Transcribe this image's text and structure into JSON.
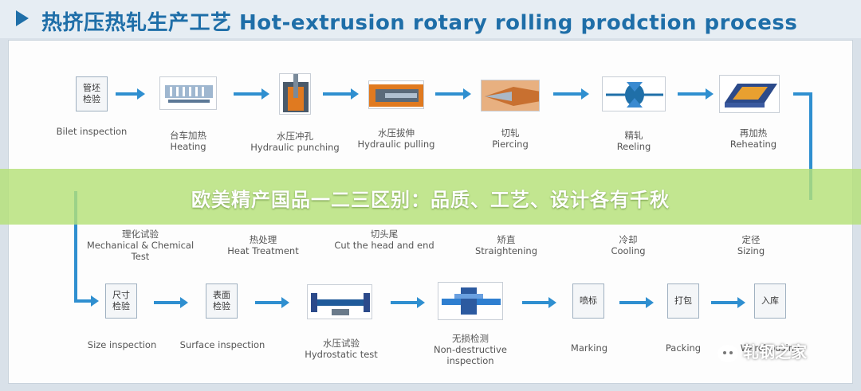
{
  "header": {
    "title": "热挤压热轧生产工艺 Hot-extrusion rotary rolling prodction process"
  },
  "row1": [
    {
      "boxed": "管坯检验",
      "cn": "",
      "en": "Bilet inspection"
    },
    {
      "boxed": "",
      "cn": "台车加热",
      "en": "Heating"
    },
    {
      "boxed": "",
      "cn": "水压冲孔",
      "en": "Hydraulic punching"
    },
    {
      "boxed": "",
      "cn": "水压拔伸",
      "en": "Hydraulic pulling"
    },
    {
      "boxed": "",
      "cn": "切轧",
      "en": "Piercing"
    },
    {
      "boxed": "",
      "cn": "精轧",
      "en": "Reeling"
    },
    {
      "boxed": "",
      "cn": "再加热",
      "en": "Reheating"
    }
  ],
  "row2": [
    {
      "cn": "理化试验",
      "en": "Mechanical & Chemical Test"
    },
    {
      "cn": "热处理",
      "en": "Heat Treatment"
    },
    {
      "cn": "切头尾",
      "en": "Cut the head and end"
    },
    {
      "cn": "矫直",
      "en": "Straightening"
    },
    {
      "cn": "冷却",
      "en": "Cooling"
    },
    {
      "cn": "定径",
      "en": "Sizing"
    }
  ],
  "row3": [
    {
      "boxed": "尺寸检验",
      "cn": "",
      "en": "Size inspection"
    },
    {
      "boxed": "表面检验",
      "cn": "",
      "en": "Surface inspection"
    },
    {
      "boxed": "",
      "cn": "水压试验",
      "en": "Hydrostatic test"
    },
    {
      "boxed": "",
      "cn": "无损检测",
      "en": "Non-destructive inspection"
    },
    {
      "boxed": "喷标",
      "cn": "",
      "en": "Marking"
    },
    {
      "boxed": "打包",
      "cn": "",
      "en": "Packing"
    },
    {
      "boxed": "入库",
      "cn": "",
      "en": "Warehousing"
    }
  ],
  "overlay": {
    "text": "欧美精产国品一二三区别：品质、工艺、设计各有千秋"
  },
  "watermark": {
    "text": "轧钢之家"
  },
  "colors": {
    "accent": "#2f8fd0",
    "title": "#1e6ea8",
    "overlay": "#b4e178"
  }
}
